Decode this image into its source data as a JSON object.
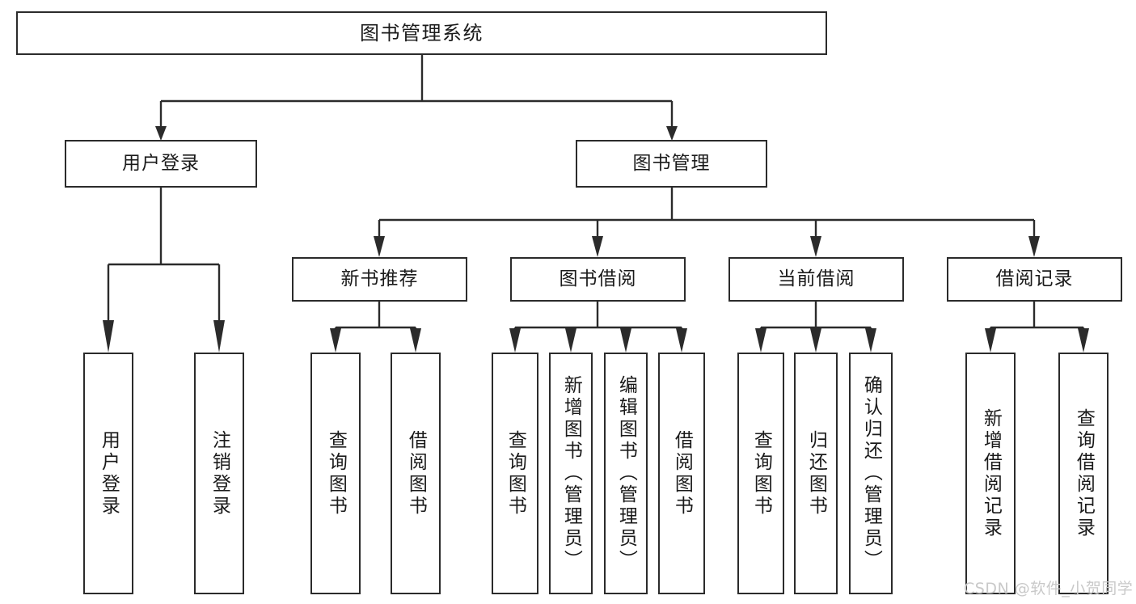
{
  "diagram": {
    "title": "图书管理系统",
    "type": "tree",
    "root": {
      "label": "图书管理系统"
    },
    "level2": [
      {
        "label": "用户登录"
      },
      {
        "label": "图书管理"
      }
    ],
    "level3": [
      {
        "label": "新书推荐"
      },
      {
        "label": "图书借阅"
      },
      {
        "label": "当前借阅"
      },
      {
        "label": "借阅记录"
      }
    ],
    "leaves": {
      "user_login": [
        {
          "label": "用户登录"
        },
        {
          "label": "注销登录"
        }
      ],
      "new_book_recommend": [
        {
          "label": "查询图书"
        },
        {
          "label": "借阅图书"
        }
      ],
      "book_borrow": [
        {
          "label": "查询图书"
        },
        {
          "label": "新增图书（管理员）"
        },
        {
          "label": "编辑图书（管理员）"
        },
        {
          "label": "借阅图书"
        }
      ],
      "current_borrow": [
        {
          "label": "查询图书"
        },
        {
          "label": "归还图书"
        },
        {
          "label": "确认归还（管理员）"
        }
      ],
      "borrow_record": [
        {
          "label": "新增借阅记录"
        },
        {
          "label": "查询借阅记录"
        }
      ]
    }
  },
  "watermark": {
    "text": "CSDN @软件_小贺同学"
  },
  "colors": {
    "border": "#2b2b2b",
    "text": "#1a1a1a",
    "background": "#ffffff",
    "watermark": "#c9c9c9"
  }
}
